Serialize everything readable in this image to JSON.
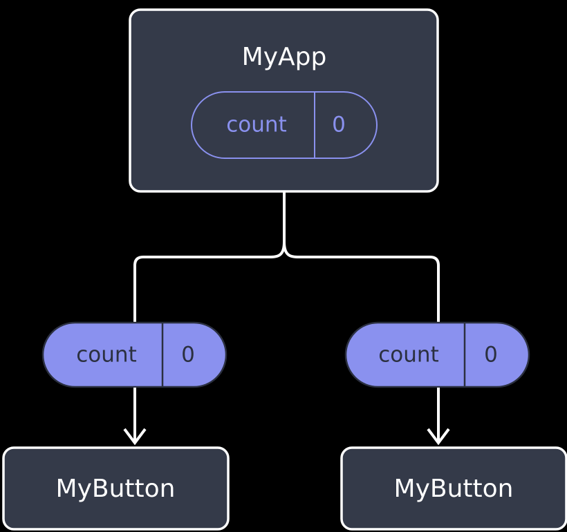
{
  "diagram": {
    "title": "MyApp",
    "background_color": "#000000",
    "node_fill_color": "#343a49",
    "node_border_color": "#ffffff",
    "node_text_color": "#ffffff",
    "accent_color": "#8a91ef",
    "pill_text_color": "#2b3040",
    "connector_color": "#ffffff",
    "root": {
      "label": "MyApp",
      "state_pill": {
        "key": "count",
        "value": "0",
        "style": "outlined"
      }
    },
    "branches": [
      {
        "id": "left",
        "pill": {
          "key": "count",
          "value": "0",
          "style": "filled"
        },
        "child": {
          "label": "MyButton"
        }
      },
      {
        "id": "right",
        "pill": {
          "key": "count",
          "value": "0",
          "style": "filled"
        },
        "child": {
          "label": "MyButton"
        }
      }
    ]
  }
}
